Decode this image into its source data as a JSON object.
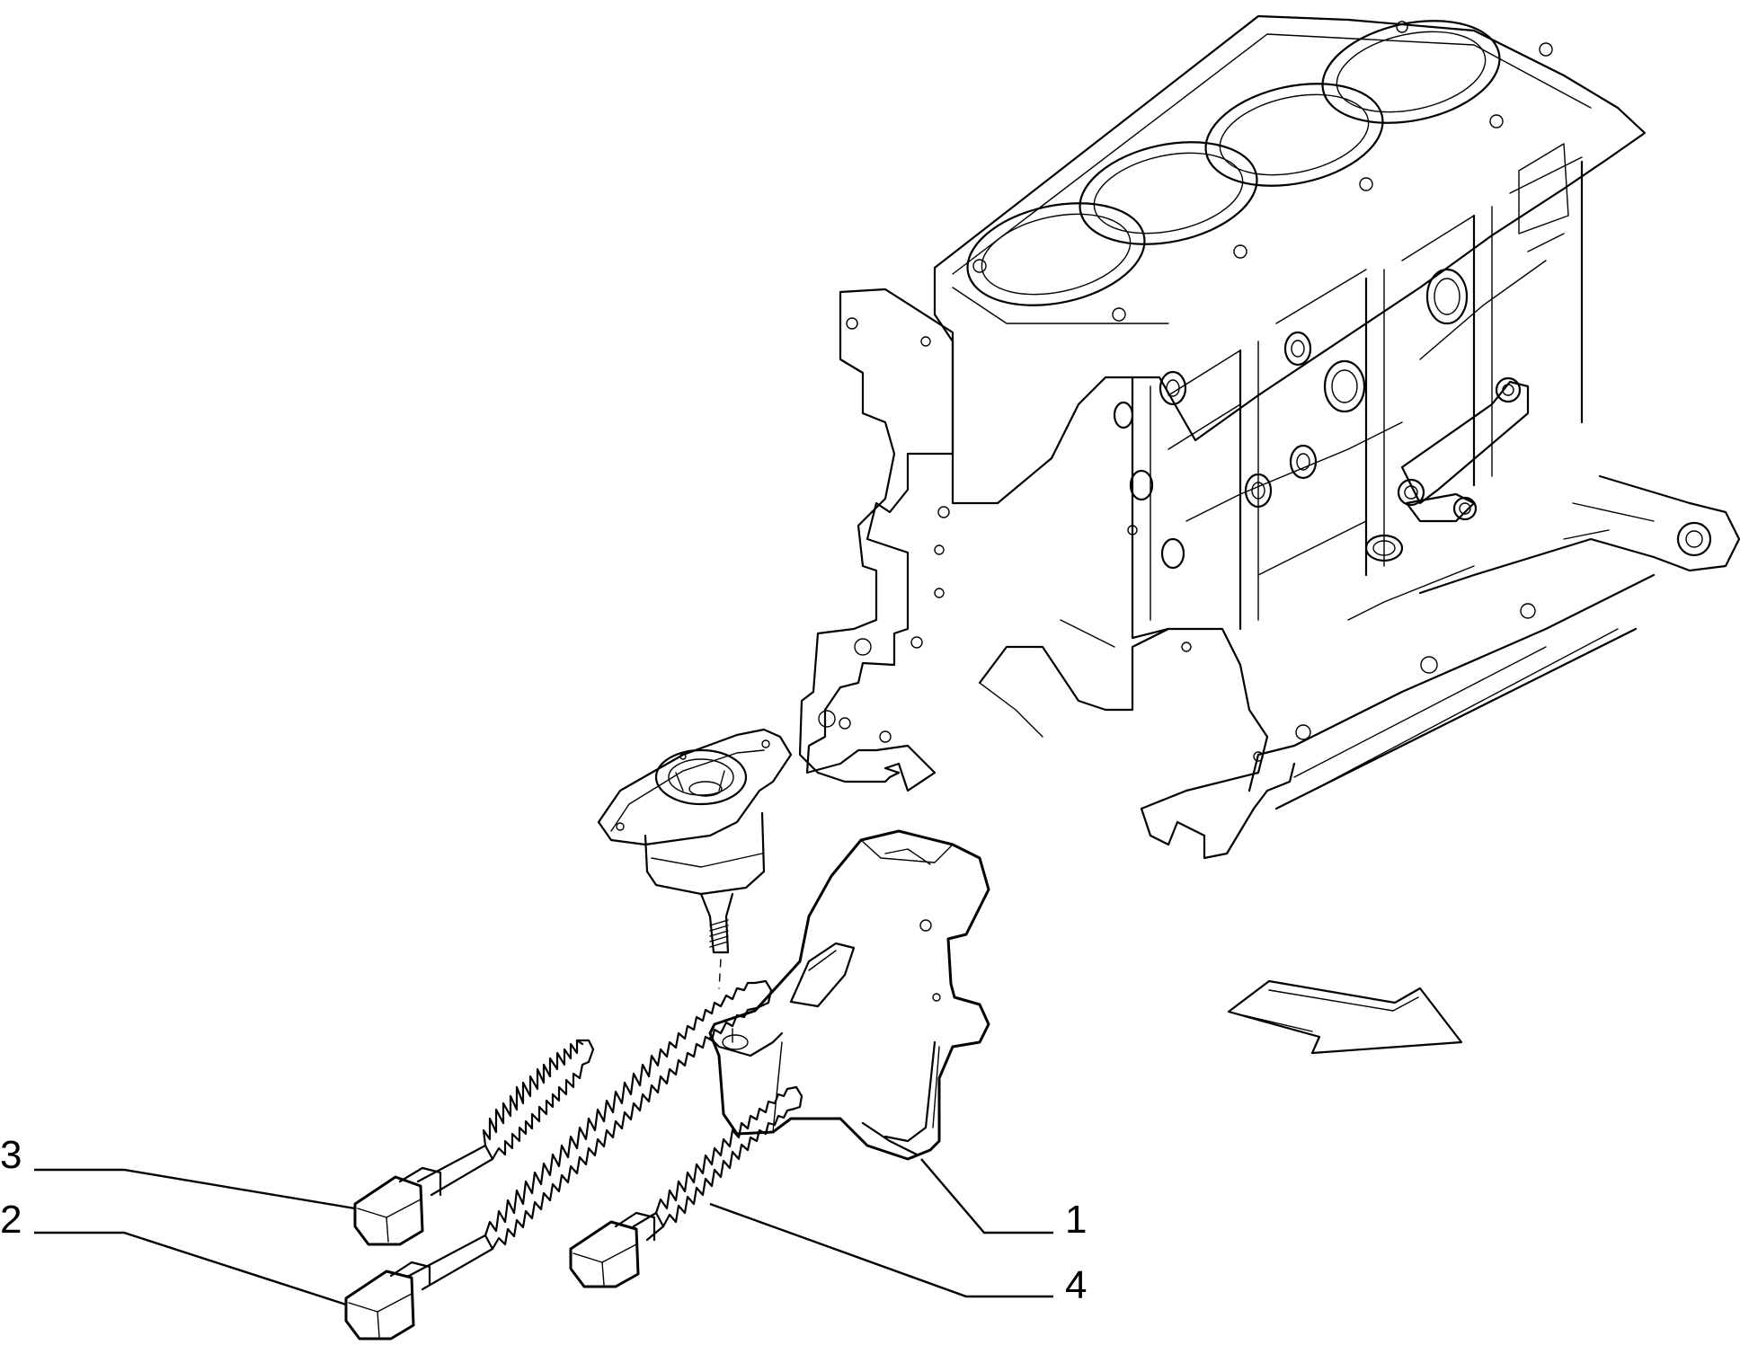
{
  "callouts": [
    {
      "id": "1",
      "label": "1"
    },
    {
      "id": "2",
      "label": "2"
    },
    {
      "id": "3",
      "label": "3"
    },
    {
      "id": "4",
      "label": "4"
    }
  ],
  "icons": {
    "direction_arrow": "arrow-right-icon"
  },
  "colors": {
    "line": "#000000",
    "background": "#ffffff"
  }
}
